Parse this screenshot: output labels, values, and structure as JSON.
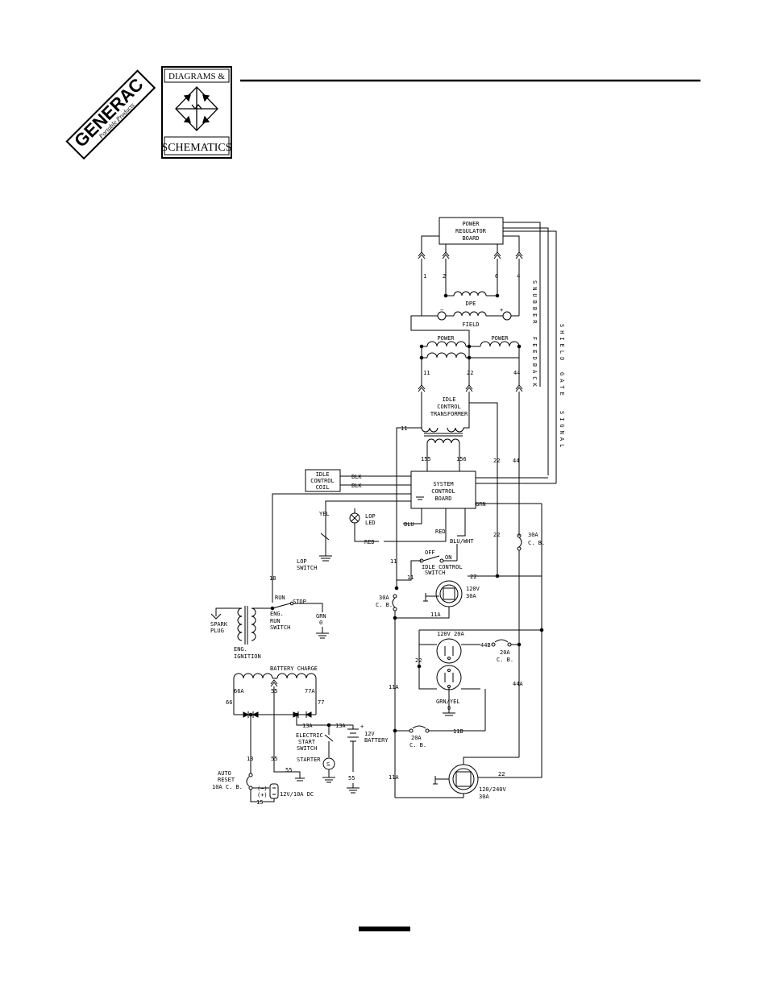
{
  "header": {
    "brand": "GENERAC",
    "brand_sub": "Portable Products",
    "badge_top": "DIAGRAMS &",
    "badge_bottom": "SCHEMATICS"
  },
  "labels": {
    "power_regulator_1": "POWER",
    "power_regulator_2": "REGULATOR",
    "power_regulator_3": "BOARD",
    "dpe": "DPE",
    "field": "FIELD",
    "minus": "−",
    "plus": "+",
    "power_left": "POWER",
    "power_right": "POWER",
    "snubber": "SNUBBER",
    "feedback": "FEEDBACK",
    "shield": "SHIELD",
    "gate": "GATE",
    "signal": "SIGNAL",
    "idle_1": "IDLE",
    "idle_2": "CONTROL",
    "idle_3": "TRANSFORMER",
    "idle_coil_1": "IDLE",
    "idle_coil_2": "CONTROL",
    "idle_coil_3": "COIL",
    "blk_1": "BLK",
    "blk_2": "BLK",
    "scb_1": "SYSTEM",
    "scb_2": "CONTROL",
    "scb_3": "BOARD",
    "grn_scb": "GRN",
    "yel": "YEL",
    "lop_led_1": "LOP",
    "lop_led_2": "LED",
    "blu": "BLU",
    "red_1": "RED",
    "red_2": "RED",
    "blu_wht": "BLU/WHT",
    "lop_switch_1": "LOP",
    "lop_switch_2": "SWITCH",
    "off": "OFF",
    "on": "ON",
    "idle_sw_1": "IDLE CONTROL",
    "idle_sw_2": "SWITCH",
    "cb30_right_1": "30A",
    "cb30_right_2": "C. B.",
    "cb30_left_1": "30A",
    "cb30_left_2": "C. B.",
    "rec120_1": "120V",
    "rec120_2": "30A",
    "run": "RUN",
    "stop": "STOP",
    "spark_1": "SPARK",
    "spark_2": "PLUG",
    "eng_run_1": "ENG.",
    "eng_run_2": "RUN",
    "eng_run_3": "SWITCH",
    "grn_run_1": "GRN",
    "grn_run_2": "0",
    "eng_ign_1": "ENG.",
    "eng_ign_2": "IGNITION",
    "dup_1": "120V  20A",
    "cb20_1": "20A",
    "cb20_2": "C. B.",
    "grn_yel_1": "GRN/YEL",
    "grn_yel_2": "0",
    "battery_charge": "BATTERY CHARGE",
    "elec_1": "ELECTRIC",
    "elec_2": "START",
    "elec_3": "SWITCH",
    "starter": "STARTER",
    "s": "S",
    "batt_1": "12V",
    "batt_2": "BATTERY",
    "batt_plus": "+",
    "cb20b_1": "20A",
    "cb20b_2": "C. B.",
    "auto_1": "AUTO",
    "auto_2": "RESET",
    "auto_3": "10A C. B.",
    "dc_label": "12V/10A DC",
    "dc_minus": "(−)",
    "dc_plus": "(+)",
    "rec240_1": "120/240V",
    "rec240_2": "30A"
  },
  "wires": {
    "w1": "1",
    "w2": "2",
    "w6": "6",
    "w4": "4",
    "w11_top": "11",
    "w22_top": "22",
    "w44_top": "44",
    "w11_mid": "11",
    "w155": "155",
    "w156": "156",
    "w22_mid": "22",
    "w44_mid": "44",
    "w22_low": "22",
    "w11_left": "11",
    "w11_sw": "11",
    "w22_rec": "22",
    "w11a_rec": "11A",
    "w18": "18",
    "w44b": "44B",
    "w22_dup": "22",
    "w44a": "44A",
    "w11a_mid": "11A",
    "w11b": "11B",
    "w11a_bot": "11A",
    "w22_bot": "22",
    "w66a": "66A",
    "w55_bc": "55",
    "w77a": "77A",
    "w66": "66",
    "w77": "77",
    "w13a_1": "13A",
    "w13a_2": "13A",
    "w13": "13",
    "w55_a": "55",
    "w55_b": "55",
    "w55_batt": "55",
    "w15": "15"
  }
}
